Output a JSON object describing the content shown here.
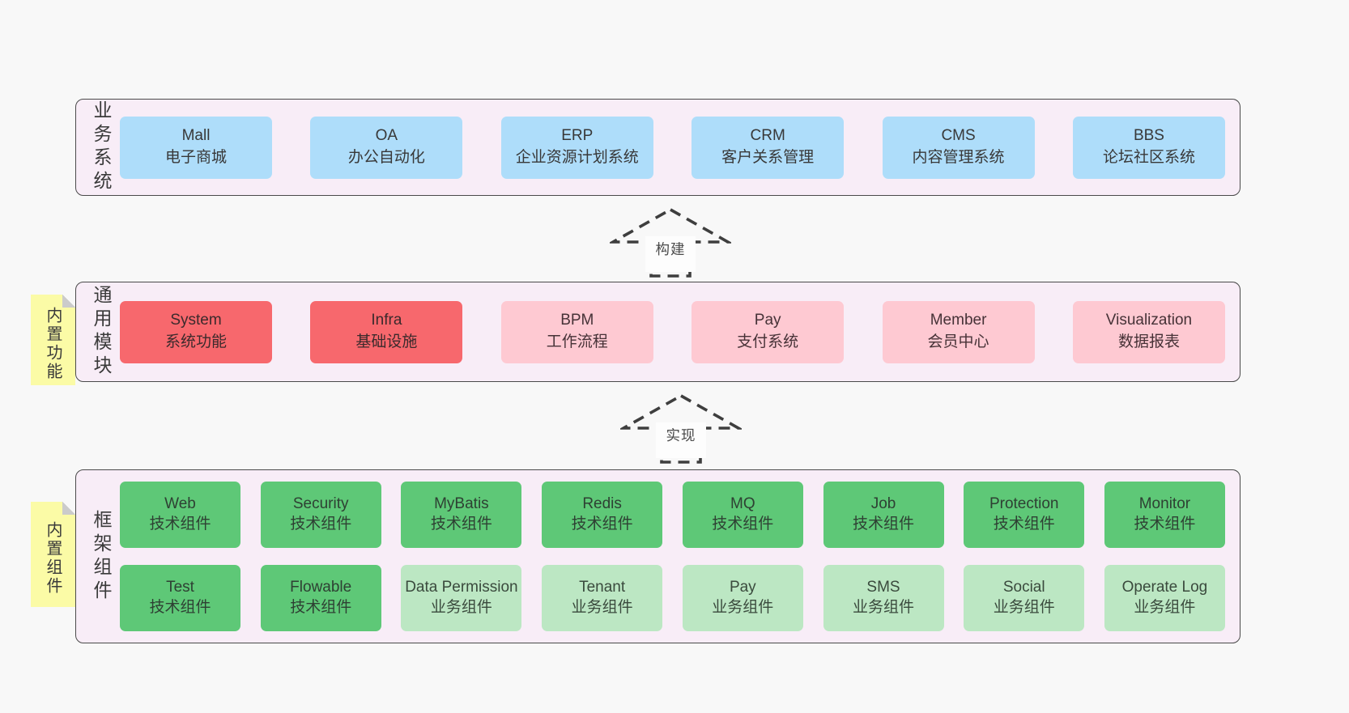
{
  "colors": {
    "page_bg": "#f8f8f8",
    "container_bg": "#f8edf7",
    "container_border": "#4a4a4a",
    "blue_box": "#aeddfa",
    "red_box": "#f7686d",
    "pink_box": "#fec9d2",
    "green_dark_box": "#5ec877",
    "green_light_box": "#bce7c3",
    "yellow_note": "#fbfba6",
    "note_fold": "#cbcbcb",
    "arrow_stroke": "#3e3e3e"
  },
  "arrows": {
    "build": "构建",
    "implement": "实现"
  },
  "sections": {
    "business": {
      "label": "业务系统",
      "boxes": [
        {
          "title": "Mall",
          "subtitle": "电子商城",
          "variant": "blue"
        },
        {
          "title": "OA",
          "subtitle": "办公自动化",
          "variant": "blue"
        },
        {
          "title": "ERP",
          "subtitle": "企业资源计划系统",
          "variant": "blue"
        },
        {
          "title": "CRM",
          "subtitle": "客户关系管理",
          "variant": "blue"
        },
        {
          "title": "CMS",
          "subtitle": "内容管理系统",
          "variant": "blue"
        },
        {
          "title": "BBS",
          "subtitle": "论坛社区系统",
          "variant": "blue"
        }
      ]
    },
    "modules": {
      "label": "通用模块",
      "note": "内置功能",
      "boxes": [
        {
          "title": "System",
          "subtitle": "系统功能",
          "variant": "red"
        },
        {
          "title": "Infra",
          "subtitle": "基础设施",
          "variant": "red"
        },
        {
          "title": "BPM",
          "subtitle": "工作流程",
          "variant": "pink"
        },
        {
          "title": "Pay",
          "subtitle": "支付系统",
          "variant": "pink"
        },
        {
          "title": "Member",
          "subtitle": "会员中心",
          "variant": "pink"
        },
        {
          "title": "Visualization",
          "subtitle": "数据报表",
          "variant": "pink"
        }
      ]
    },
    "framework": {
      "label": "框架组件",
      "note": "内置组件",
      "rows": [
        [
          {
            "title": "Web",
            "subtitle": "技术组件",
            "variant": "green-dark"
          },
          {
            "title": "Security",
            "subtitle": "技术组件",
            "variant": "green-dark"
          },
          {
            "title": "MyBatis",
            "subtitle": "技术组件",
            "variant": "green-dark"
          },
          {
            "title": "Redis",
            "subtitle": "技术组件",
            "variant": "green-dark"
          },
          {
            "title": "MQ",
            "subtitle": "技术组件",
            "variant": "green-dark"
          },
          {
            "title": "Job",
            "subtitle": "技术组件",
            "variant": "green-dark"
          },
          {
            "title": "Protection",
            "subtitle": "技术组件",
            "variant": "green-dark"
          },
          {
            "title": "Monitor",
            "subtitle": "技术组件",
            "variant": "green-dark"
          }
        ],
        [
          {
            "title": "Test",
            "subtitle": "技术组件",
            "variant": "green-dark"
          },
          {
            "title": "Flowable",
            "subtitle": "技术组件",
            "variant": "green-dark"
          },
          {
            "title": "Data Permission",
            "subtitle": "业务组件",
            "variant": "green-light"
          },
          {
            "title": "Tenant",
            "subtitle": "业务组件",
            "variant": "green-light"
          },
          {
            "title": "Pay",
            "subtitle": "业务组件",
            "variant": "green-light"
          },
          {
            "title": "SMS",
            "subtitle": "业务组件",
            "variant": "green-light"
          },
          {
            "title": "Social",
            "subtitle": "业务组件",
            "variant": "green-light"
          },
          {
            "title": "Operate Log",
            "subtitle": "业务组件",
            "variant": "green-light"
          }
        ]
      ]
    }
  }
}
